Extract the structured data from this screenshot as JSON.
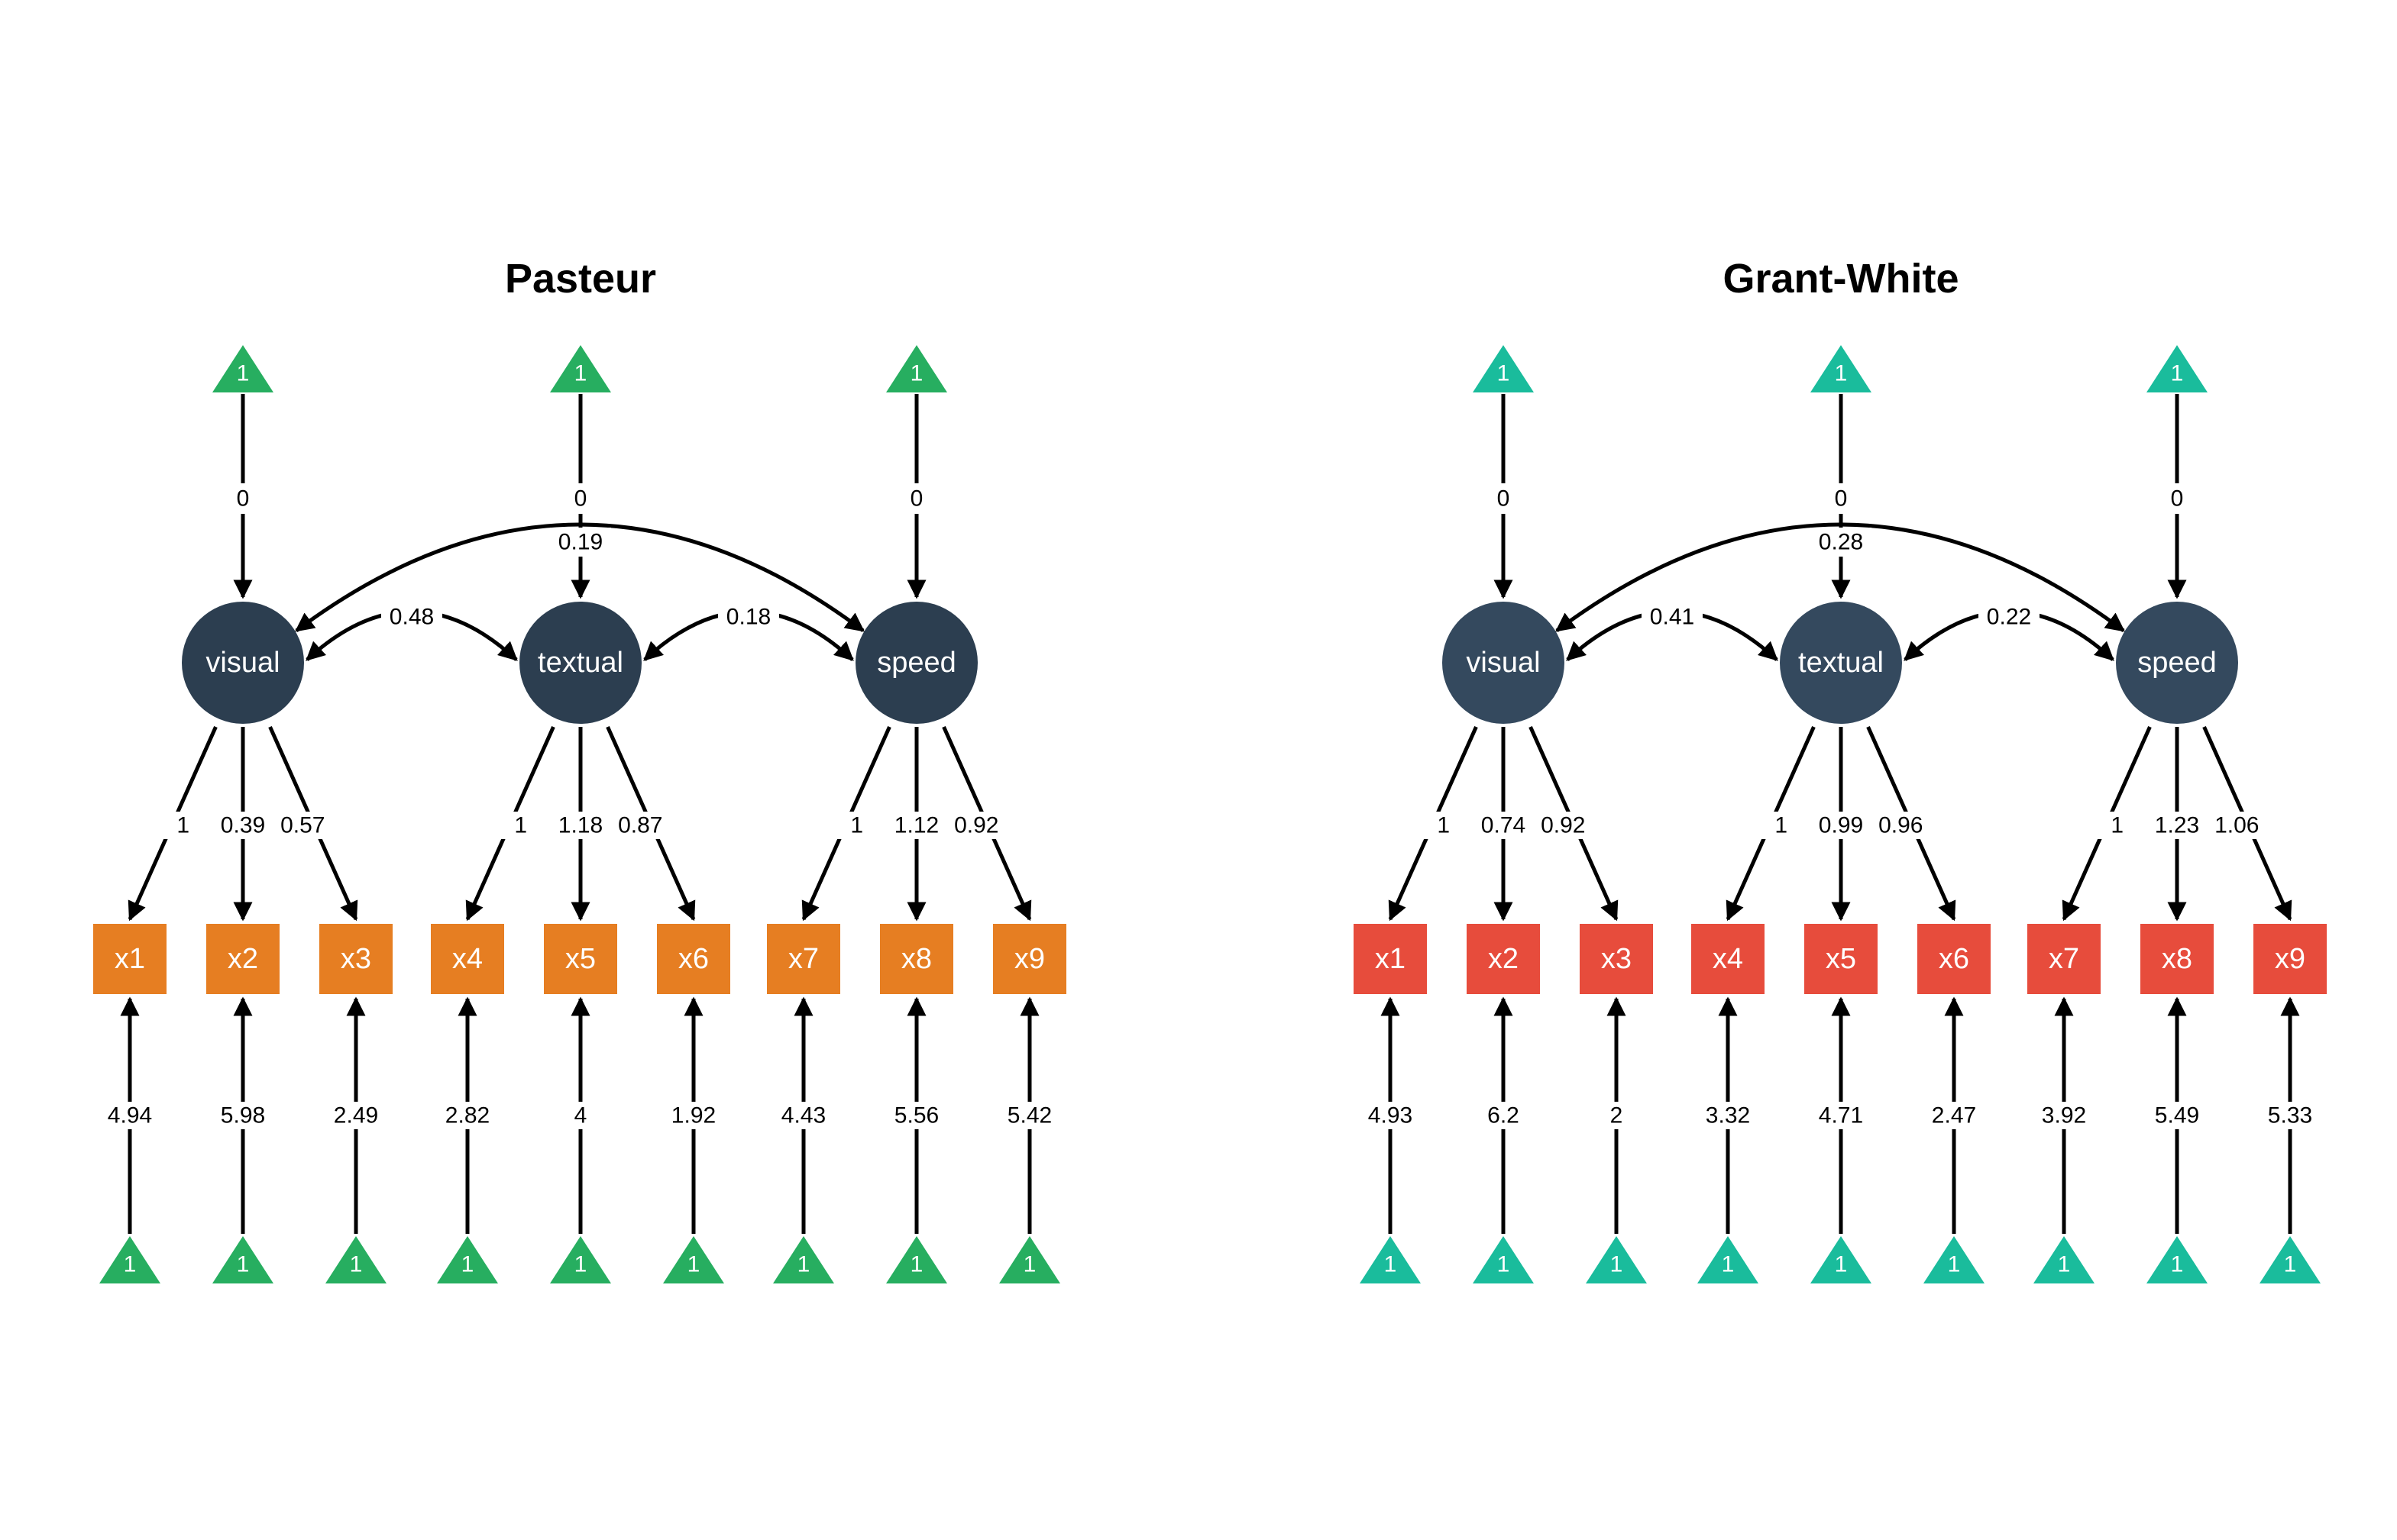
{
  "panels": [
    {
      "title": "Pasteur",
      "colors": {
        "latent": "#2C3E50",
        "observed": "#E67E22",
        "intercept": "#27AE60"
      },
      "latents": [
        {
          "label": "visual",
          "mean": "0",
          "loadings": [
            "1",
            "0.39",
            "0.57"
          ]
        },
        {
          "label": "textual",
          "mean": "0",
          "loadings": [
            "1",
            "1.18",
            "0.87"
          ]
        },
        {
          "label": "speed",
          "mean": "0",
          "loadings": [
            "1",
            "1.12",
            "0.92"
          ]
        }
      ],
      "covariances": {
        "visual_textual": "0.48",
        "textual_speed": "0.18",
        "visual_speed": "0.19"
      },
      "observed": [
        "x1",
        "x2",
        "x3",
        "x4",
        "x5",
        "x6",
        "x7",
        "x8",
        "x9"
      ],
      "intercepts": [
        "4.94",
        "5.98",
        "2.49",
        "2.82",
        "4",
        "1.92",
        "4.43",
        "5.56",
        "5.42"
      ],
      "constant_label": "1"
    },
    {
      "title": "Grant-White",
      "colors": {
        "latent": "#34495E",
        "observed": "#E74C3C",
        "intercept": "#1ABC9C"
      },
      "latents": [
        {
          "label": "visual",
          "mean": "0",
          "loadings": [
            "1",
            "0.74",
            "0.92"
          ]
        },
        {
          "label": "textual",
          "mean": "0",
          "loadings": [
            "1",
            "0.99",
            "0.96"
          ]
        },
        {
          "label": "speed",
          "mean": "0",
          "loadings": [
            "1",
            "1.23",
            "1.06"
          ]
        }
      ],
      "covariances": {
        "visual_textual": "0.41",
        "textual_speed": "0.22",
        "visual_speed": "0.28"
      },
      "observed": [
        "x1",
        "x2",
        "x3",
        "x4",
        "x5",
        "x6",
        "x7",
        "x8",
        "x9"
      ],
      "intercepts": [
        "4.93",
        "6.2",
        "2",
        "3.32",
        "4.71",
        "2.47",
        "3.92",
        "5.49",
        "5.33"
      ],
      "constant_label": "1"
    }
  ]
}
